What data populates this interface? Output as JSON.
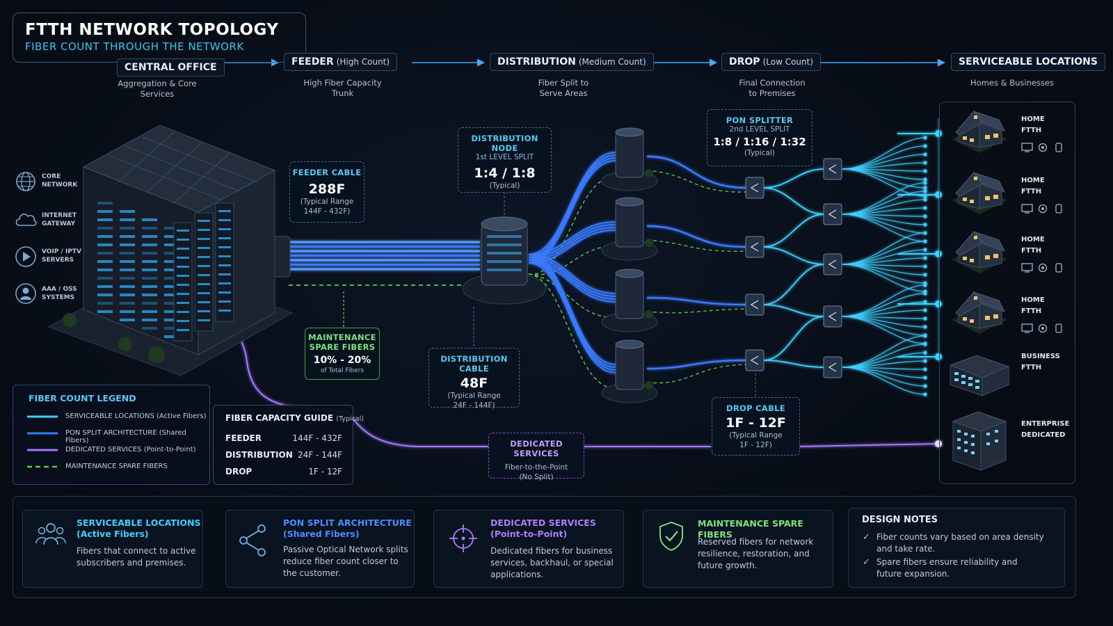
{
  "title": {
    "main": "FTTH NETWORK TOPOLOGY",
    "sub": "FIBER COUNT THROUGH THE NETWORK"
  },
  "stages": {
    "central_office": {
      "label": "CENTRAL OFFICE",
      "desc_line1": "Aggregation & Core",
      "desc_line2": "Services"
    },
    "feeder": {
      "label": "FEEDER",
      "paren": "(High Count)",
      "desc_line1": "High Fiber Capacity",
      "desc_line2": "Trunk"
    },
    "distribution": {
      "label": "DISTRIBUTION",
      "paren": "(Medium Count)",
      "desc_line1": "Fiber Split to",
      "desc_line2": "Serve Areas"
    },
    "drop": {
      "label": "DROP",
      "paren": "(Low Count)",
      "desc_line1": "Final Connection",
      "desc_line2": "to Premises"
    },
    "serviceable": {
      "label": "SERVICEABLE LOCATIONS",
      "desc": "Homes & Businesses"
    }
  },
  "core_services": [
    {
      "icon": "globe-icon",
      "line1": "CORE",
      "line2": "NETWORK"
    },
    {
      "icon": "cloud-icon",
      "line1": "INTERNET",
      "line2": "GATEWAY"
    },
    {
      "icon": "play-icon",
      "line1": "VOIP / IPTV",
      "line2": "SERVERS"
    },
    {
      "icon": "user-icon",
      "line1": "AAA / OSS",
      "line2": "SYSTEMS"
    }
  ],
  "callouts": {
    "feeder_cable": {
      "title": "FEEDER CABLE",
      "value": "288F",
      "line1": "(Typical Range",
      "line2": "144F - 432F)"
    },
    "distribution_node": {
      "title": "DISTRIBUTION NODE",
      "subtitle": "1st LEVEL SPLIT",
      "value": "1:4 / 1:8",
      "note": "(Typical)"
    },
    "pon_splitter": {
      "title": "PON SPLITTER",
      "subtitle": "2nd LEVEL SPLIT",
      "value": "1:8 / 1:16 / 1:32",
      "note": "(Typical)"
    },
    "maintenance": {
      "title_line1": "MAINTENANCE",
      "title_line2": "SPARE FIBERS",
      "value": "10% - 20%",
      "note": "of Total Fibers"
    },
    "distribution_cable": {
      "title": "DISTRIBUTION CABLE",
      "value": "48F",
      "line1": "(Typical Range",
      "line2": "24F - 144F)"
    },
    "drop_cable": {
      "title": "DROP CABLE",
      "value": "1F - 12F",
      "line1": "(Typical Range",
      "line2": "1F - 12F)"
    },
    "dedicated": {
      "title": "DEDICATED SERVICES",
      "line1": "Fiber-to-the-Point",
      "line2": "(No Split)"
    }
  },
  "locations": [
    {
      "line1": "HOME",
      "line2": "FTTH",
      "type": "home"
    },
    {
      "line1": "HOME",
      "line2": "FTTH",
      "type": "home"
    },
    {
      "line1": "HOME",
      "line2": "FTTH",
      "type": "home"
    },
    {
      "line1": "HOME",
      "line2": "FTTH",
      "type": "home"
    },
    {
      "line1": "BUSINESS",
      "line2": "FTTH",
      "type": "business"
    },
    {
      "line1": "ENTERPRISE",
      "line2": "DEDICATED",
      "type": "enterprise"
    }
  ],
  "legend": {
    "title": "FIBER COUNT LEGEND",
    "items": [
      {
        "label": "SERVICEABLE LOCATIONS (Active Fibers)",
        "color": "#3fd0ff",
        "style": "solid"
      },
      {
        "label": "PON SPLIT ARCHITECTURE (Shared Fibers)",
        "color": "#3a7bff",
        "style": "solid"
      },
      {
        "label": "DEDICATED SERVICES (Point-to-Point)",
        "color": "#a678ff",
        "style": "solid"
      },
      {
        "label": "MAINTENANCE SPARE FIBERS",
        "color": "#59d045",
        "style": "dashed"
      }
    ]
  },
  "capacity_guide": {
    "title": "FIBER CAPACITY GUIDE",
    "paren": "(Typical)",
    "rows": [
      {
        "label": "FEEDER",
        "value": "144F - 432F"
      },
      {
        "label": "DISTRIBUTION",
        "value": "24F - 144F"
      },
      {
        "label": "DROP",
        "value": "1F - 12F"
      }
    ]
  },
  "cards": [
    {
      "icon": "users-icon",
      "title_line1": "SERVICEABLE LOCATIONS",
      "title_line2": "(Active Fibers)",
      "color": "#3fd0ff",
      "desc": [
        "Fibers that connect to active",
        "subscribers and premises."
      ]
    },
    {
      "icon": "branch-icon",
      "title_line1": "PON SPLIT ARCHITECTURE",
      "title_line2": "(Shared Fibers)",
      "color": "#4b8dff",
      "desc": [
        "Passive Optical Network splits",
        "reduce fiber count closer to",
        "the customer."
      ]
    },
    {
      "icon": "crosshair-icon",
      "title_line1": "DEDICATED SERVICES",
      "title_line2": "(Point-to-Point)",
      "color": "#b07cff",
      "desc": [
        "Dedicated fibers for business",
        "services, backhaul, or special",
        "applications."
      ]
    },
    {
      "icon": "shield-check-icon",
      "title_line1": "MAINTENANCE SPARE FIBERS",
      "title_line2": "",
      "color": "#7ee37a",
      "desc": [
        "Reserved fibers for network",
        "resilience, restoration, and",
        "future growth."
      ]
    }
  ],
  "design_notes": {
    "title": "DESIGN NOTES",
    "notes": [
      {
        "line1": "Fiber counts vary based on area density",
        "line2": "and take rate."
      },
      {
        "line1": "Spare fibers ensure reliability and",
        "line2": "future expansion."
      }
    ]
  }
}
